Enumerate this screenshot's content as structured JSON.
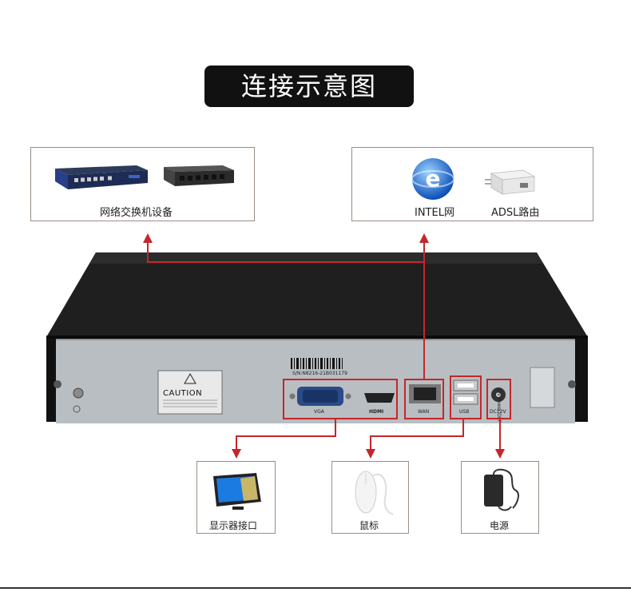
{
  "title": "连接示意图",
  "top_left_box": {
    "caption": "网络交换机设备"
  },
  "top_right_box": {
    "item1_caption": "INTEL网",
    "item2_caption": "ADSL路由"
  },
  "bottom_boxes": [
    {
      "caption": "显示器接口"
    },
    {
      "caption": "鼠标"
    },
    {
      "caption": "电源"
    }
  ],
  "device": {
    "serial": "S/N:N8216-21B031179",
    "caution": "CAUTION",
    "ports": {
      "vga": "VGA",
      "hdmi": "HDMI",
      "wan": "WAN",
      "usb": "USB",
      "dc": "DC12V",
      "power": "ON  Power  OFF"
    }
  },
  "colors": {
    "accent_red": "#c3272b",
    "device_dark": "#1c1c1c",
    "panel_grey": "#b9bec2"
  }
}
